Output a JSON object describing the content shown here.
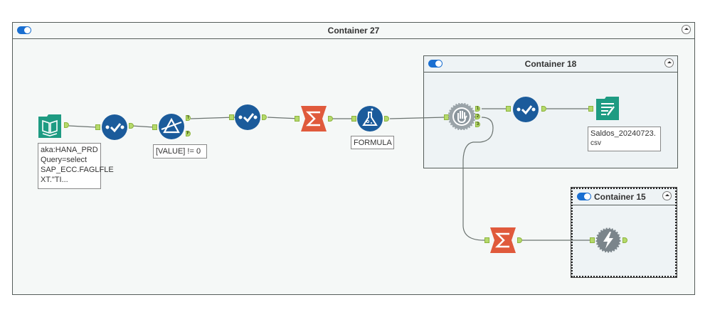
{
  "containers": {
    "c27": {
      "title": "Container 27",
      "enabled": true
    },
    "c18": {
      "title": "Container 18",
      "enabled": true
    },
    "c15": {
      "title": "Container 15",
      "enabled": true
    }
  },
  "tools": {
    "input": {
      "type": "input-data",
      "annotation": "aka:HANA_PRD Query=select SAP_ECC.FAGLFLE XT.\"TI...",
      "lines": [
        "aka:HANA_PRD",
        "Query=select",
        "SAP_ECC.FAGLFLE",
        "XT.\"TI..."
      ]
    },
    "select1": {
      "type": "select"
    },
    "filter": {
      "type": "filter",
      "annotation": "[VALUE] != 0",
      "outputs": [
        "T",
        "F"
      ]
    },
    "select2": {
      "type": "select"
    },
    "summarize1": {
      "type": "summarize"
    },
    "formula": {
      "type": "formula",
      "annotation": "FORMULA"
    },
    "block_until_done": {
      "type": "block-until-done",
      "outputs": [
        "1",
        "2",
        "3"
      ]
    },
    "select3": {
      "type": "select"
    },
    "output": {
      "type": "output-data",
      "lines": [
        "Saldos_20240723.",
        "csv"
      ]
    },
    "summarize2": {
      "type": "summarize"
    },
    "dynamic": {
      "type": "dynamic-tool"
    }
  },
  "colors": {
    "teal": "#1e9b82",
    "blue": "#1b5b9b",
    "orange": "#e05a3c",
    "gray": "#8a959c",
    "anchor": "#b5d96b",
    "toggle": "#1a6fd1"
  }
}
